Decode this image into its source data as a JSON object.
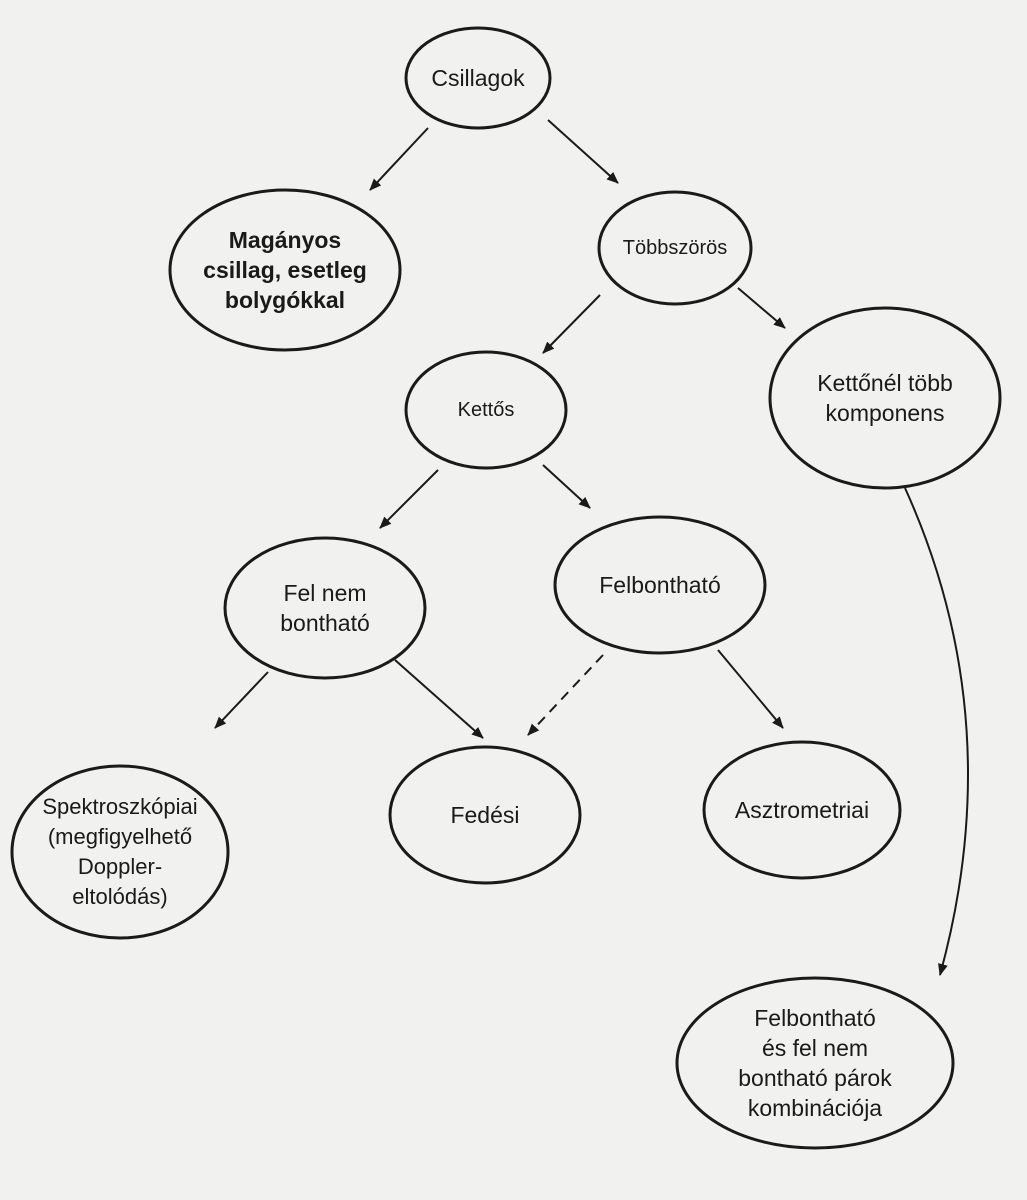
{
  "nodes": {
    "stars": "Csillagok",
    "single": "Magányos\ncsillag, esetleg\nbolygókkal",
    "multiple": "Többszörös",
    "binary": "Kettős",
    "more_than_two": "Kettőnél több\nkomponens",
    "unresolvable": "Fel nem\nbontható",
    "resolvable": "Felbontható",
    "spectroscopic": "Spektroszkópiai\n(megfigyelhető\nDoppler-\neltolódás)",
    "eclipsing": "Fedési",
    "astrometric": "Asztrometriai",
    "combination": "Felbontható\nés fel nem\nbontható párok\nkombinációja"
  },
  "colors": {
    "line": "#1a1a1a",
    "background": "#f1f1ef"
  }
}
